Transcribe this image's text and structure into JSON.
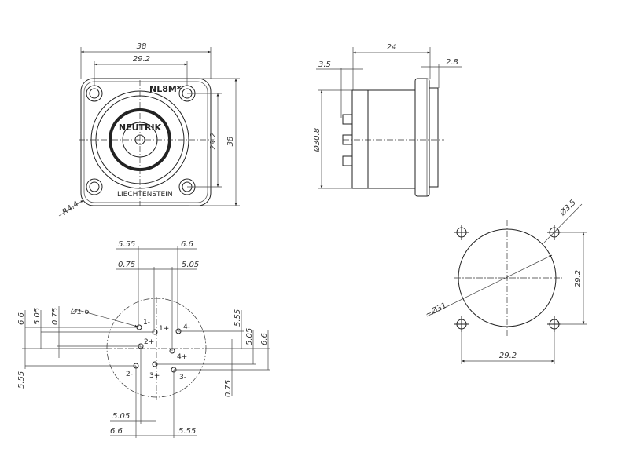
{
  "front_view": {
    "width_overall": "38",
    "hole_spacing_h": "29.2",
    "hole_spacing_v": "29.2",
    "height_overall": "38",
    "corner_radius": "R4.4",
    "model": "NL8M*",
    "brand": "NEUTRIK",
    "origin": "LIECHTENSTEIN"
  },
  "side_view": {
    "depth": "24",
    "pin_offset": "3.5",
    "flange": "2.8",
    "diameter": "Ø30.8"
  },
  "pin_layout": {
    "hole_diameter": "Ø1.6",
    "pins": [
      "1-",
      "1+",
      "4-",
      "2+",
      "4+",
      "2-",
      "3+",
      "3-"
    ],
    "top_dims": [
      "5.55",
      "6.6",
      "0.75",
      "5.05"
    ],
    "left_dims": [
      "6.6",
      "5.05",
      "0.75",
      "5.55"
    ],
    "right_dims": [
      "5.55",
      "5.05",
      "6.6",
      "0.75"
    ],
    "bottom_dims": [
      "5.05",
      "6.6",
      "5.55"
    ]
  },
  "panel_cutout": {
    "hole_diameter": "Ø3.5",
    "cutout_diameter": "~Ø31",
    "spacing_v": "29.2",
    "spacing_h": "29.2"
  }
}
